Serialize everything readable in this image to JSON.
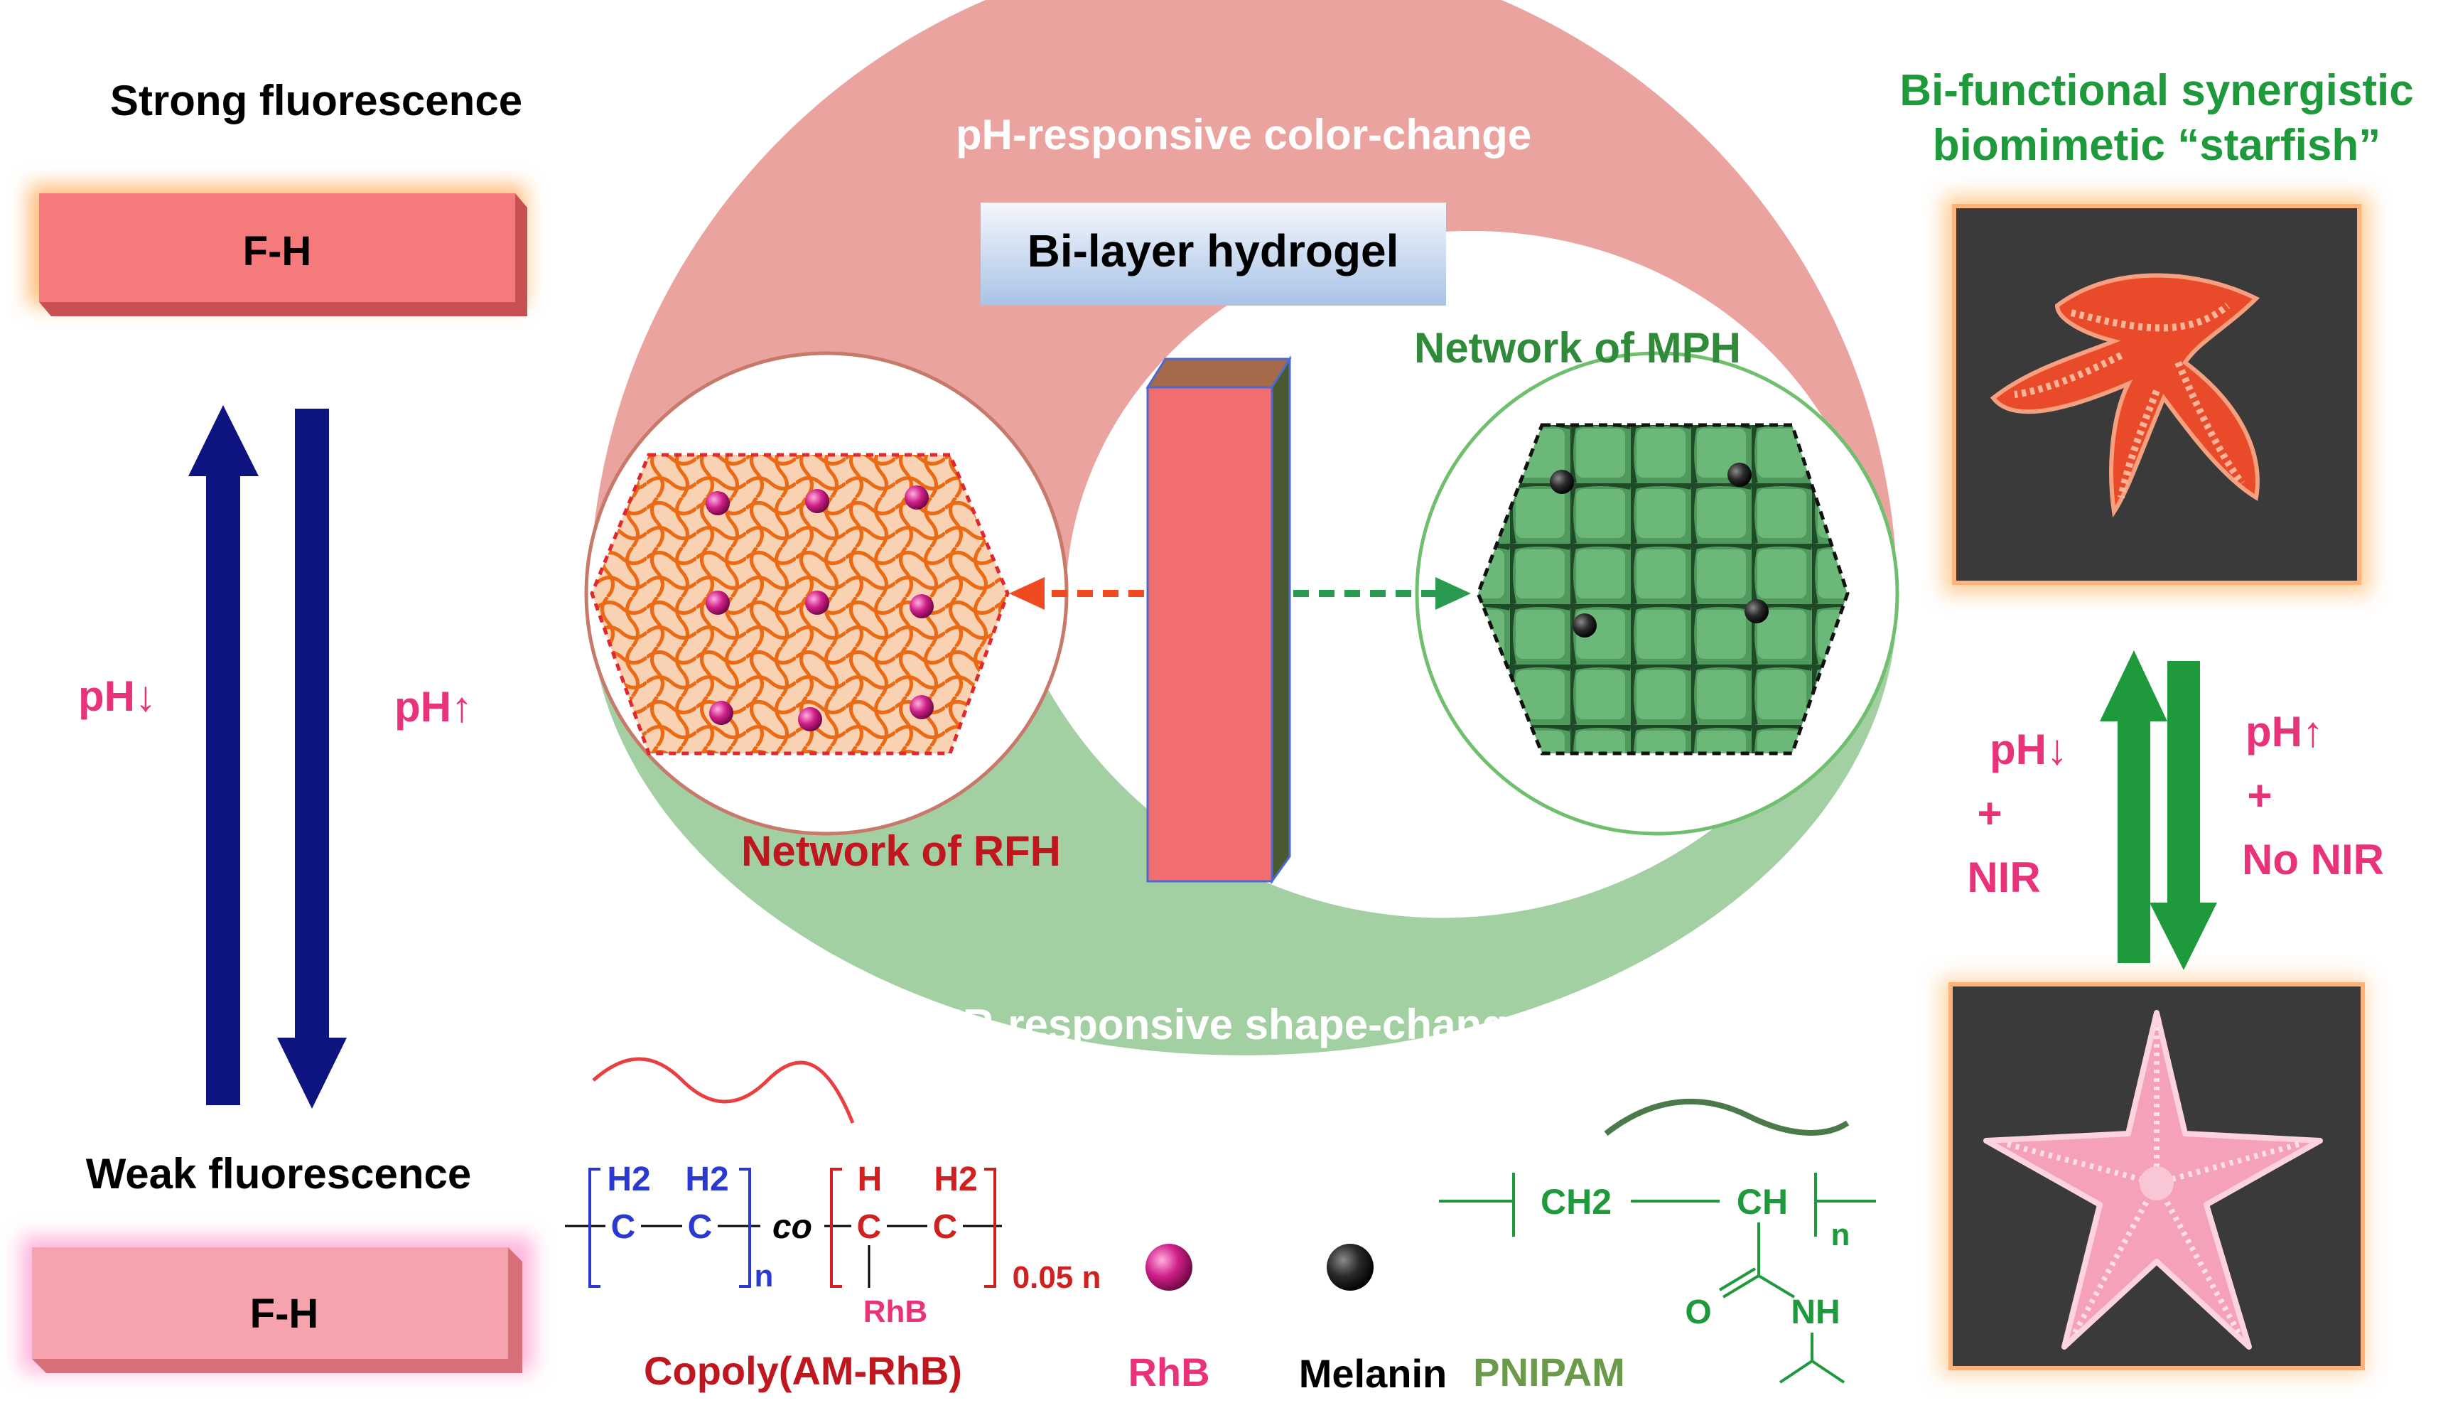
{
  "left": {
    "top_title": "Strong fluorescence",
    "bottom_title": "Weak fluorescence",
    "block_label_top": "F-H",
    "block_label_bottom": "F-H",
    "arrow_down_label": "pH↓",
    "arrow_up_label": "pH↑"
  },
  "center": {
    "arc_top_label": "pH-responsive color-change",
    "arc_bottom_label": "NIR-responsive shape-change",
    "title_box": "Bi-layer hydrogel",
    "network_left_label": "Network of RFH",
    "network_right_label": "Network of MPH"
  },
  "right": {
    "title_line1": "Bi-functional synergistic",
    "title_line2": "biomimetic “starfish”",
    "left_cond_ph": "pH↓",
    "left_cond_plus": "+",
    "left_cond_nir": "NIR",
    "right_cond_ph": "pH↑",
    "right_cond_plus": "+",
    "right_cond_nir": "No NIR"
  },
  "legend": {
    "copoly_label": "Copoly(AM-RhB)",
    "rhb_label": "RhB",
    "melanin_label": "Melanin",
    "pnipam_label": "PNIPAM",
    "copoly_h2_a": "H2",
    "copoly_h2_b": "H2",
    "copoly_c_a": "C",
    "copoly_c_b": "C",
    "copoly_n": "n",
    "copoly_co": "co",
    "copoly_h": "H",
    "copoly_h2_c": "H2",
    "copoly_c_c": "C",
    "copoly_c_d": "C",
    "copoly_rhb": "RhB",
    "copoly_sub": "0.05 n",
    "pnipam_ch2": "CH2",
    "pnipam_ch": "CH",
    "pnipam_n": "n",
    "pnipam_o": "O",
    "pnipam_nh": "NH"
  },
  "colors": {
    "navy": "#0d1480",
    "pink_text": "#e8327a",
    "green_text": "#2f8a3a",
    "green_arrow": "#1e9a3c",
    "red_text": "#c0161e",
    "salmon": "#f26d6d",
    "arc_pink": "#eba3a0",
    "arc_green": "#a3d0a3",
    "pnipam_green": "#6a9a4a"
  }
}
